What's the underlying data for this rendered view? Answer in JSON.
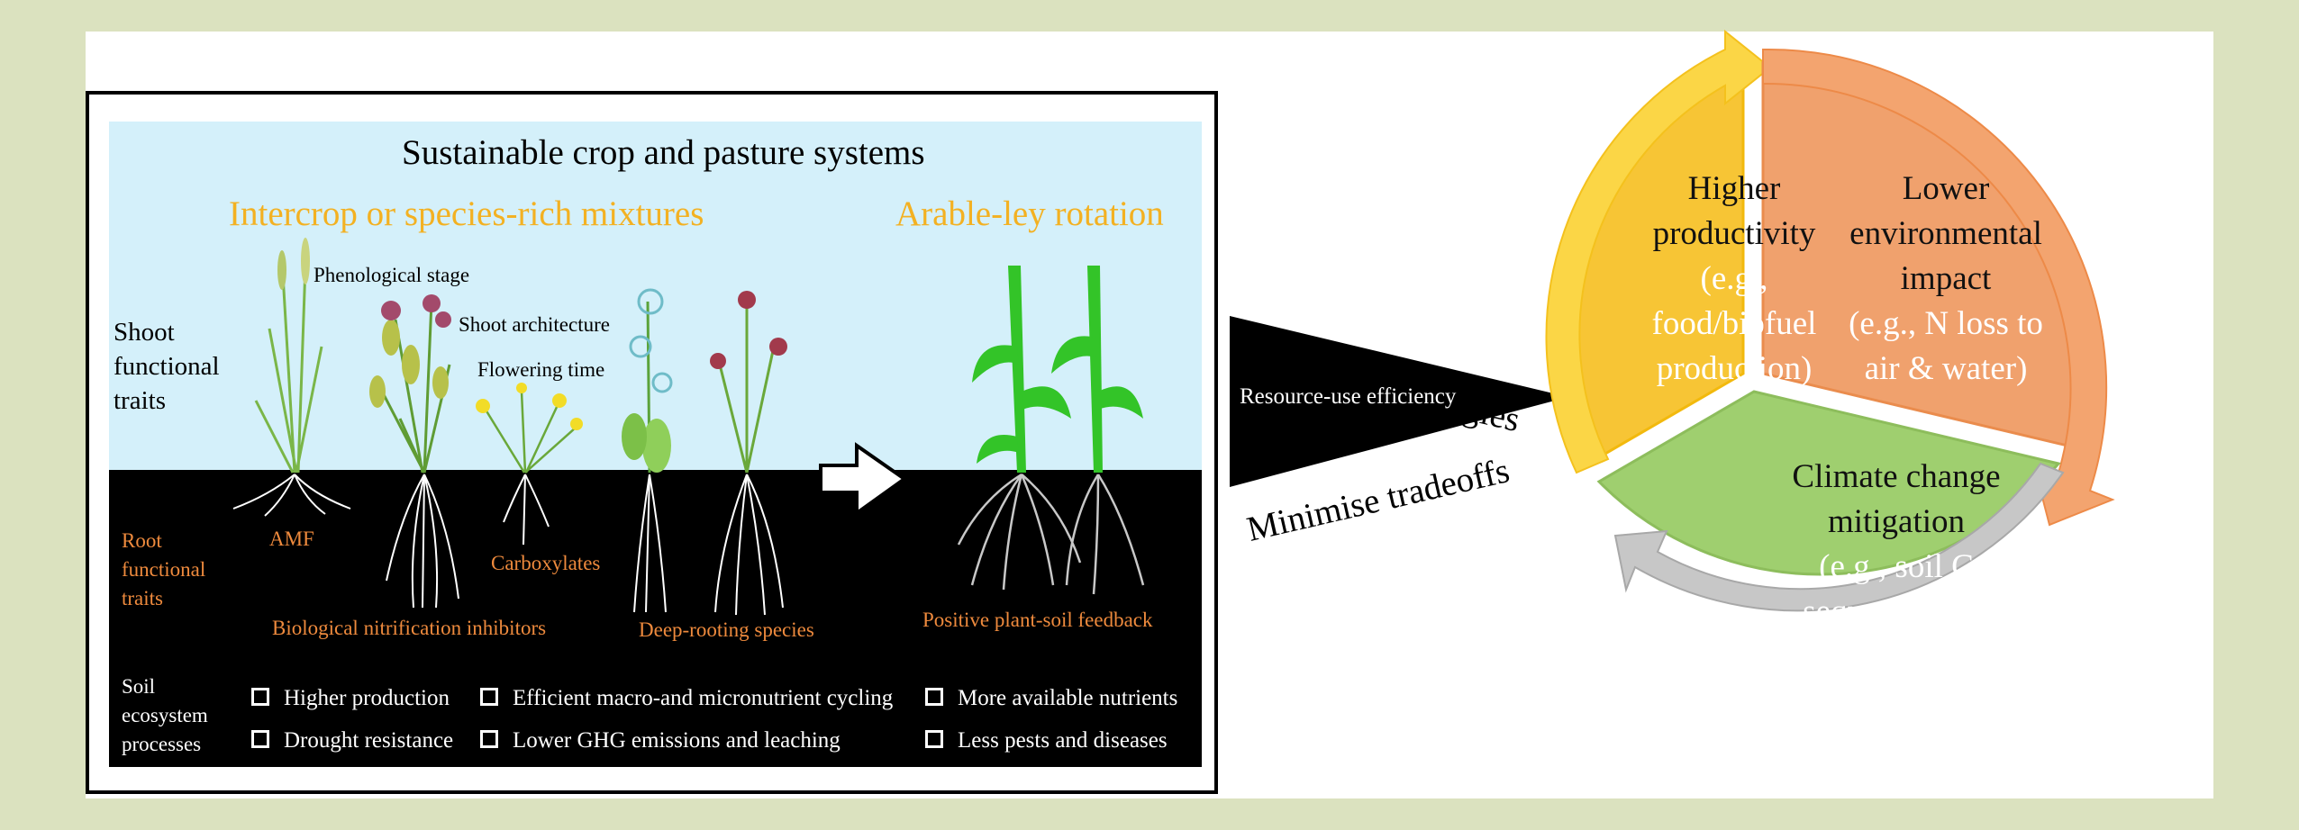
{
  "figure": {
    "title": "Sustainable crop and pasture systems",
    "left_heading": "Intercrop or species-rich mixtures",
    "right_heading": "Arable-ley rotation",
    "shoot_traits_label": [
      "Shoot",
      "functional",
      "traits"
    ],
    "root_traits_label": [
      "Root",
      "functional",
      "traits"
    ],
    "soil_label": [
      "Soil",
      "ecosystem",
      "processes"
    ],
    "plant_labels": {
      "phenological": "Phenological stage",
      "architecture": "Shoot architecture",
      "flowering": "Flowering time"
    },
    "root_labels": {
      "amf": "AMF",
      "carboxylates": "Carboxylates",
      "bni": "Biological nitrification inhibitors",
      "deep": "Deep-rooting species",
      "feedback": "Positive plant-soil feedback"
    },
    "processes": [
      "Higher production",
      "Efficient macro-and micronutrient cycling",
      "More available nutrients",
      "Drought resistance",
      "Lower GHG emissions and leaching",
      "Less pests and diseases"
    ],
    "wedge": {
      "top": "Maximise synergies",
      "middle": "Resource-use efficiency",
      "bottom": "Minimise tradeoffs"
    },
    "cycle": {
      "productivity": {
        "head": [
          "Higher",
          "productivity"
        ],
        "sub": [
          "(e.g.,",
          "food/biofuel",
          "production)"
        ]
      },
      "environment": {
        "head": [
          "Lower",
          "environmental",
          "impact"
        ],
        "sub": [
          "(e.g., N loss to",
          "air & water)"
        ]
      },
      "climate": {
        "head": [
          "Climate change",
          "mitigation"
        ],
        "sub": [
          "(e.g., soil C",
          "sequestration)"
        ]
      }
    }
  },
  "colors": {
    "background": "#dbe2bf",
    "sky": "#d4f0fa",
    "soil": "#000000",
    "accent_yellow": "#f3b122",
    "accent_orange": "#ee8a3d",
    "wedge_yellow": "#f7c535",
    "wedge_orange": "#f0a16d",
    "wedge_green": "#9fcf6f"
  }
}
